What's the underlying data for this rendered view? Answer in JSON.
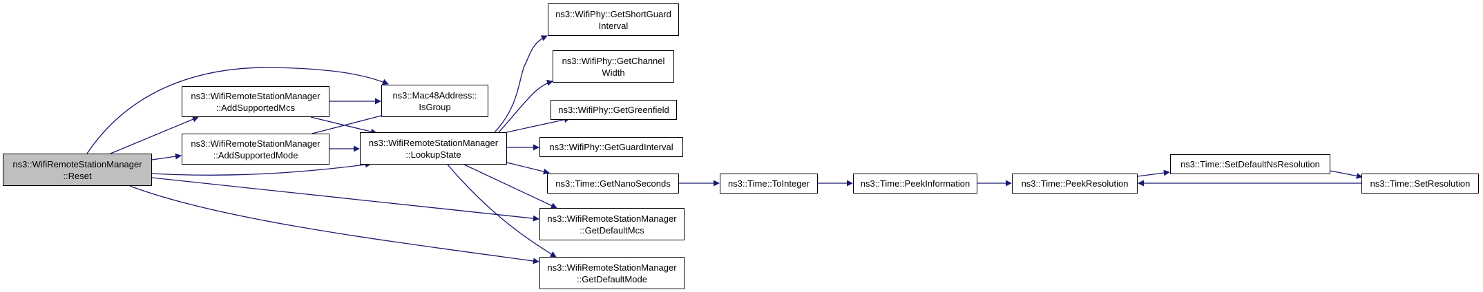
{
  "colors": {
    "edge": "#191970",
    "root_fill": "#bfbfbf",
    "node_fill": "#ffffff",
    "node_border": "#000000"
  },
  "nodes": {
    "reset": {
      "lines": [
        "ns3::WifiRemoteStationManager",
        "::Reset"
      ]
    },
    "addSupportedMcs": {
      "lines": [
        "ns3::WifiRemoteStationManager",
        "::AddSupportedMcs"
      ]
    },
    "addSupportedMode": {
      "lines": [
        "ns3::WifiRemoteStationManager",
        "::AddSupportedMode"
      ]
    },
    "isGroup": {
      "lines": [
        "ns3::Mac48Address::",
        "IsGroup"
      ]
    },
    "lookupState": {
      "lines": [
        "ns3::WifiRemoteStationManager",
        "::LookupState"
      ]
    },
    "getShortGuard": {
      "lines": [
        "ns3::WifiPhy::GetShortGuard",
        "Interval"
      ]
    },
    "getChannelWidth": {
      "lines": [
        "ns3::WifiPhy::GetChannel",
        "Width"
      ]
    },
    "getGreenfield": {
      "lines": [
        "ns3::WifiPhy::GetGreenfield"
      ]
    },
    "getGuardInterval": {
      "lines": [
        "ns3::WifiPhy::GetGuardInterval"
      ]
    },
    "getNanoSeconds": {
      "lines": [
        "ns3::Time::GetNanoSeconds"
      ]
    },
    "getDefaultMcs": {
      "lines": [
        "ns3::WifiRemoteStationManager",
        "::GetDefaultMcs"
      ]
    },
    "getDefaultMode": {
      "lines": [
        "ns3::WifiRemoteStationManager",
        "::GetDefaultMode"
      ]
    },
    "toInteger": {
      "lines": [
        "ns3::Time::ToInteger"
      ]
    },
    "peekInformation": {
      "lines": [
        "ns3::Time::PeekInformation"
      ]
    },
    "peekResolution": {
      "lines": [
        "ns3::Time::PeekResolution"
      ]
    },
    "setDefaultNs": {
      "lines": [
        "ns3::Time::SetDefaultNsResolution"
      ]
    },
    "setResolution": {
      "lines": [
        "ns3::Time::SetResolution"
      ]
    }
  }
}
